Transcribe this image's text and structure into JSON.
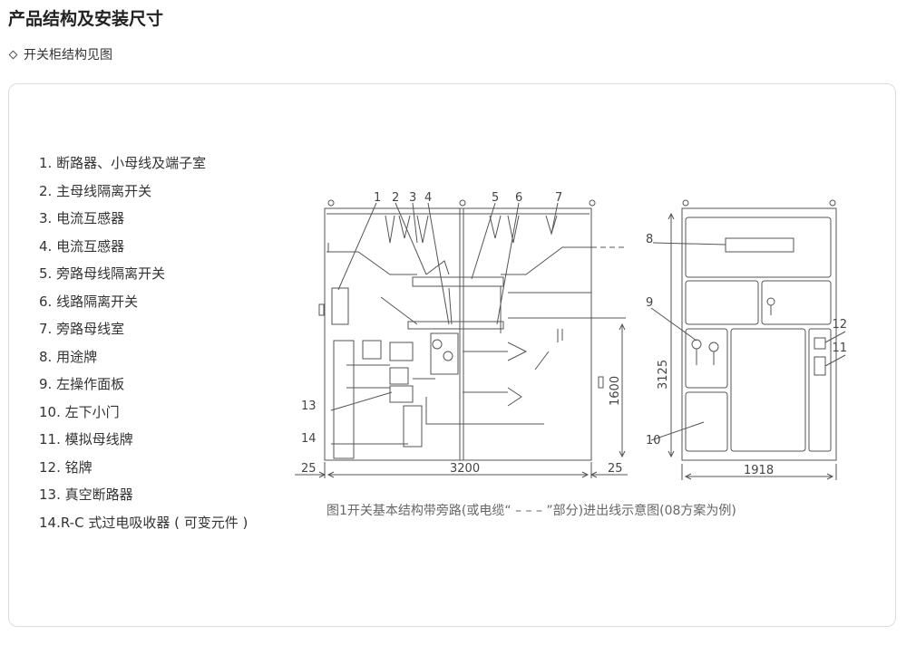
{
  "page": {
    "title": "产品结构及安装尺寸",
    "subtitle": "开关柜结构见图"
  },
  "legend": [
    "1. 断路器、小母线及端子室",
    "2. 主母线隔离开关",
    "3. 电流互感器",
    "4. 电流互感器",
    "5. 旁路母线隔离开关",
    "6. 线路隔离开关",
    "7. 旁路母线室",
    "8. 用途牌",
    "9. 左操作面板",
    "10. 左下小门",
    "11. 模拟母线牌",
    "12. 铭牌",
    "13. 真空断路器",
    "14.R-C 式过电吸收器 ( 可变元件 )"
  ],
  "diagram": {
    "callouts": [
      "1",
      "2",
      "3",
      "4",
      "5",
      "6",
      "7",
      "8",
      "9",
      "10",
      "11",
      "12",
      "13",
      "14"
    ],
    "dimensions": {
      "left_gap": "25",
      "width": "3200",
      "right_gap": "25",
      "height_section": "1600",
      "total_height": "3125",
      "side_width": "1918"
    }
  },
  "caption": "图1开关基本结构带旁路(或电缆“ – – – ”部分)进出线示意图(08方案为例)"
}
